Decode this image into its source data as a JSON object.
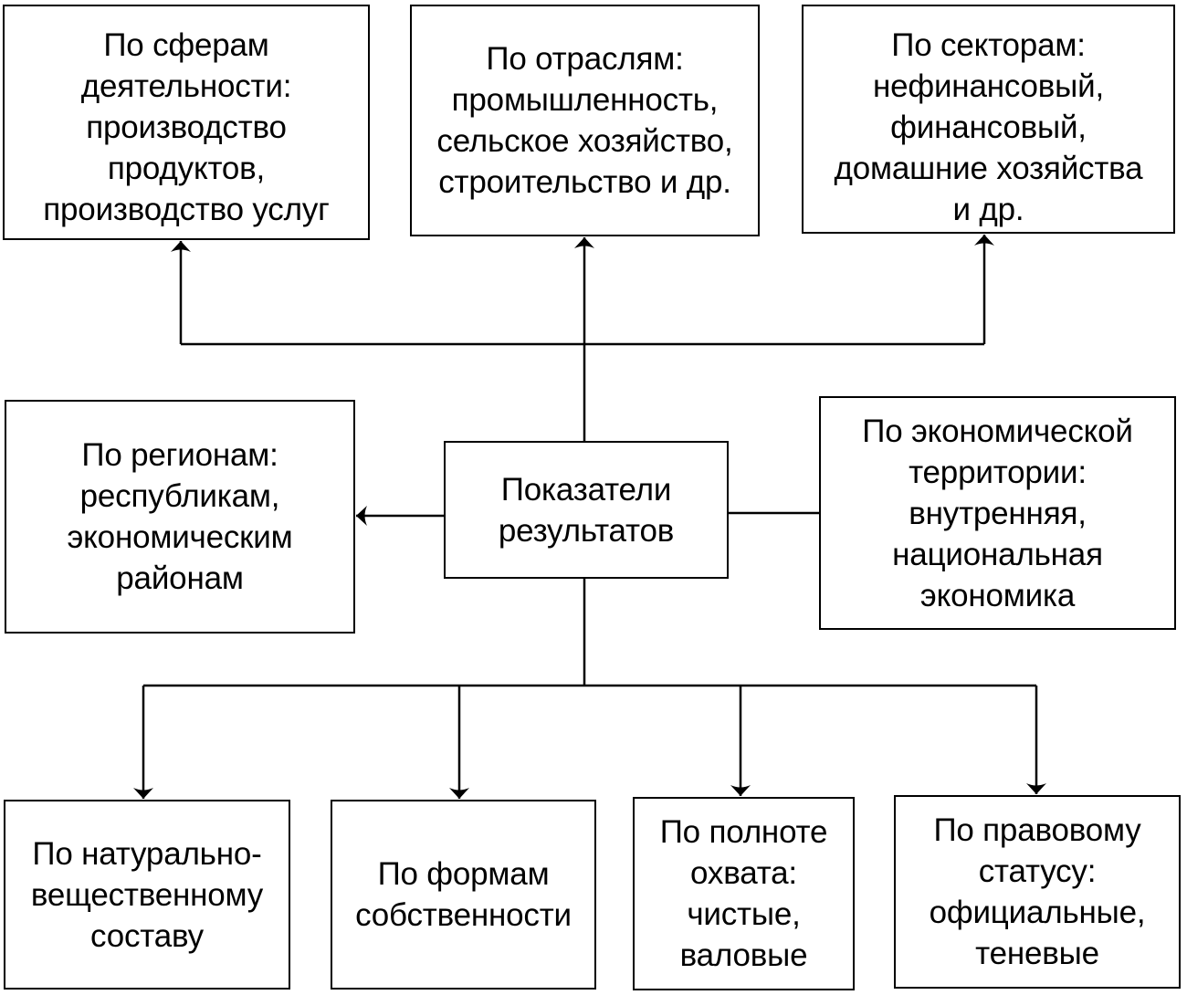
{
  "nodes": {
    "center": {
      "lines": [
        "Показатели",
        "результатов"
      ]
    },
    "spheres": {
      "lines": [
        "По сферам",
        "деятельности:",
        "производство",
        "продуктов,",
        "производство услуг"
      ]
    },
    "branches": {
      "lines": [
        "По отраслям:",
        "промышленность,",
        "сельское хозяйство,",
        "строительство и др."
      ]
    },
    "sectors": {
      "lines": [
        "По секторам:",
        "нефинансовый,",
        "финансовый,",
        "домашние хозяйства",
        "и др."
      ]
    },
    "regions": {
      "lines": [
        "По регионам:",
        "республикам,",
        "экономическим",
        "районам"
      ]
    },
    "territory": {
      "lines": [
        "По экономической",
        "территории:",
        "внутренняя,",
        "национальная",
        "экономика"
      ]
    },
    "natural": {
      "lines": [
        "По натурально-",
        "вещественному",
        "составу"
      ]
    },
    "ownership": {
      "lines": [
        "По формам",
        "собственности"
      ]
    },
    "coverage": {
      "lines": [
        "По полноте",
        "охвата:",
        "чистые,",
        "валовые"
      ]
    },
    "legal": {
      "lines": [
        "По правовому",
        "статусу:",
        "официальные,",
        "теневые"
      ]
    }
  }
}
